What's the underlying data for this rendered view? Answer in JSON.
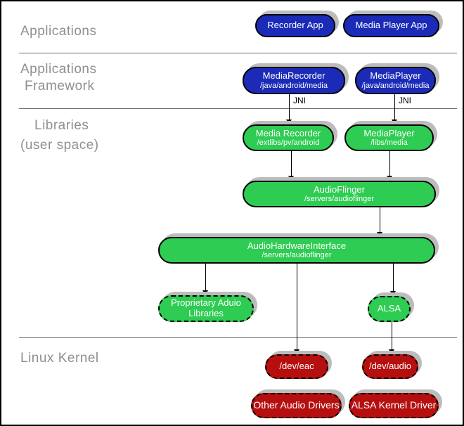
{
  "layers": {
    "applications": {
      "label": "Applications"
    },
    "applications_framework": {
      "line1": "Applications",
      "line2": "Framework"
    },
    "libraries": {
      "line1": "Libraries",
      "line2": "(user space)"
    },
    "linux_kernel": {
      "label": "Linux Kernel"
    }
  },
  "annotations": {
    "jni_left": "JNI",
    "jni_right": "JNI"
  },
  "nodes": {
    "recorder_app": {
      "title": "Recorder App"
    },
    "media_player_app": {
      "title": "Media Player App"
    },
    "media_recorder_framework": {
      "title": "MediaRecorder",
      "subtitle": "/java/android/media"
    },
    "media_player_framework": {
      "title": "MediaPlayer",
      "subtitle": "/java/android/media"
    },
    "media_recorder_lib": {
      "title": "Media Recorder",
      "subtitle": "/extlibs/pv/android"
    },
    "media_player_lib": {
      "title": "MediaPlayer",
      "subtitle": "/libs/media"
    },
    "audio_flinger": {
      "title": "AudioFlinger",
      "subtitle": "/servers/audioflinger"
    },
    "audio_hardware_interface": {
      "title": "AudioHardwareInterface",
      "subtitle": "/servers/audioflinger"
    },
    "proprietary_audio_libraries": {
      "line1": "Proprietary Aduio",
      "line2": "Libraries"
    },
    "alsa": {
      "title": "ALSA"
    },
    "dev_eac": {
      "title": "/dev/eac"
    },
    "dev_audio": {
      "title": "/dev/audio"
    },
    "other_audio_drivers": {
      "title": "Other Audio Drivers"
    },
    "alsa_kernel_driver": {
      "title": "ALSA Kernel Driver"
    }
  },
  "colors": {
    "blue": "#1b2bb8",
    "green": "#2ecc52",
    "red": "#b5100f",
    "label_gray": "#8f8f8f",
    "shadow": "#bcbcbc"
  }
}
